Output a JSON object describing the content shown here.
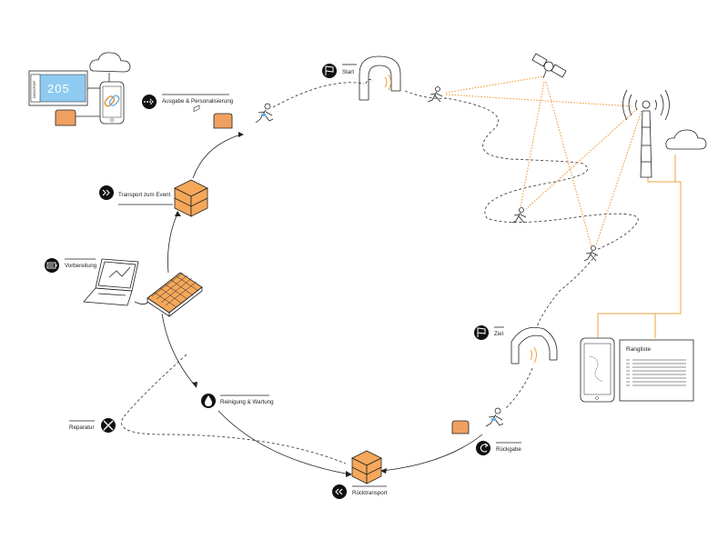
{
  "labels": {
    "start": "Start",
    "ausgabe": "Ausgabe & Personalisierung",
    "transport": "Transport zum Event",
    "vorbereitung": "Vorbereitung",
    "reparatur": "Reparatur",
    "reinigung": "Reinigung & Wartung",
    "ruecktransport": "Rücktransport",
    "rueckgabe": "Rückgabe",
    "ziel": "Ziel",
    "rangliste": "Rangliste"
  },
  "screen": {
    "number": "205",
    "brand": "DATASPORT"
  },
  "colors": {
    "accent": "#f0a040",
    "screen": "#8fcbf0",
    "chip": "#f0a060",
    "ink": "#111111"
  },
  "icons": {
    "start": "checkered-flag-icon",
    "ausgabe": "forward-arrow-icon",
    "transport": "double-chevron-right-icon",
    "vorbereitung": "battery-icon",
    "reparatur": "tools-icon",
    "reinigung": "water-drop-icon",
    "ruecktransport": "double-chevron-left-icon",
    "rueckgabe": "refresh-icon",
    "ziel": "finish-flag-icon"
  }
}
